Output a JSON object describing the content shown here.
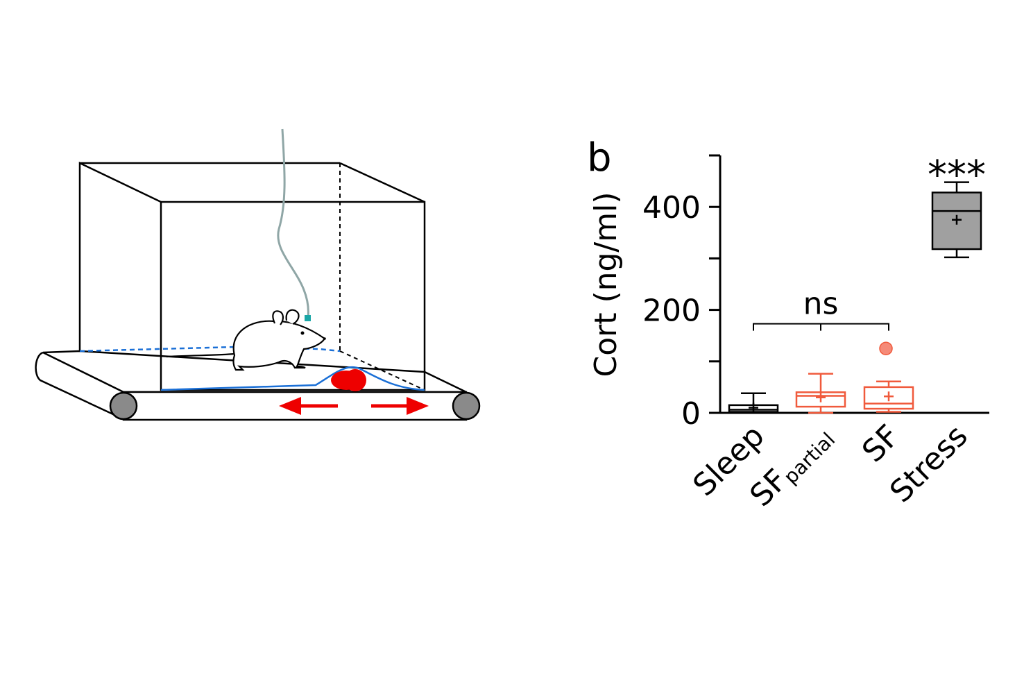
{
  "panel_label": "b",
  "colors": {
    "black": "#000000",
    "red": "#ee0000",
    "orange": "#f05a3c",
    "gray_fill": "#a0a0a0",
    "blue": "#1a6fd6",
    "tether": "#8fa6a6",
    "roller": "#8a8a8a"
  },
  "chart_data": {
    "type": "box",
    "title": "",
    "xlabel": "",
    "ylabel": "Cort (ng/ml)",
    "ylim": [
      0,
      500
    ],
    "yticks": [
      0,
      100,
      200,
      300,
      400,
      500
    ],
    "ytick_labels": [
      "0",
      "200",
      "400"
    ],
    "ytick_label_values": [
      0,
      200,
      400
    ],
    "categories": [
      {
        "label": "Sleep",
        "subscript": ""
      },
      {
        "label": "SF",
        "subscript": "partial"
      },
      {
        "label": "SF",
        "subscript": ""
      },
      {
        "label": "Stress",
        "subscript": ""
      }
    ],
    "boxes": [
      {
        "category": "Sleep",
        "whisker_low": 0,
        "q1": 2,
        "median": 6,
        "q3": 15,
        "whisker_high": 38,
        "mean": 10,
        "outliers": [],
        "color": "#000000",
        "fill": "none"
      },
      {
        "category": "SFpartial",
        "whisker_low": 0,
        "q1": 12,
        "median": 33,
        "q3": 40,
        "whisker_high": 76,
        "mean": 30,
        "outliers": [],
        "color": "#f05a3c",
        "fill": "none"
      },
      {
        "category": "SF",
        "whisker_low": 2,
        "q1": 8,
        "median": 18,
        "q3": 50,
        "whisker_high": 61,
        "mean": 32,
        "outliers": [
          125
        ],
        "color": "#f05a3c",
        "fill": "none"
      },
      {
        "category": "Stress",
        "whisker_low": 302,
        "q1": 318,
        "median": 392,
        "q3": 428,
        "whisker_high": 448,
        "mean": 375,
        "outliers": [],
        "color": "#000000",
        "fill": "#a0a0a0"
      }
    ],
    "annotations": [
      {
        "text": "ns",
        "type": "bracket",
        "from_category": 0,
        "to_category": 2,
        "y": 173
      },
      {
        "text": "***",
        "type": "label",
        "category": 3,
        "y": 480
      }
    ],
    "grid": false,
    "legend": "none"
  }
}
